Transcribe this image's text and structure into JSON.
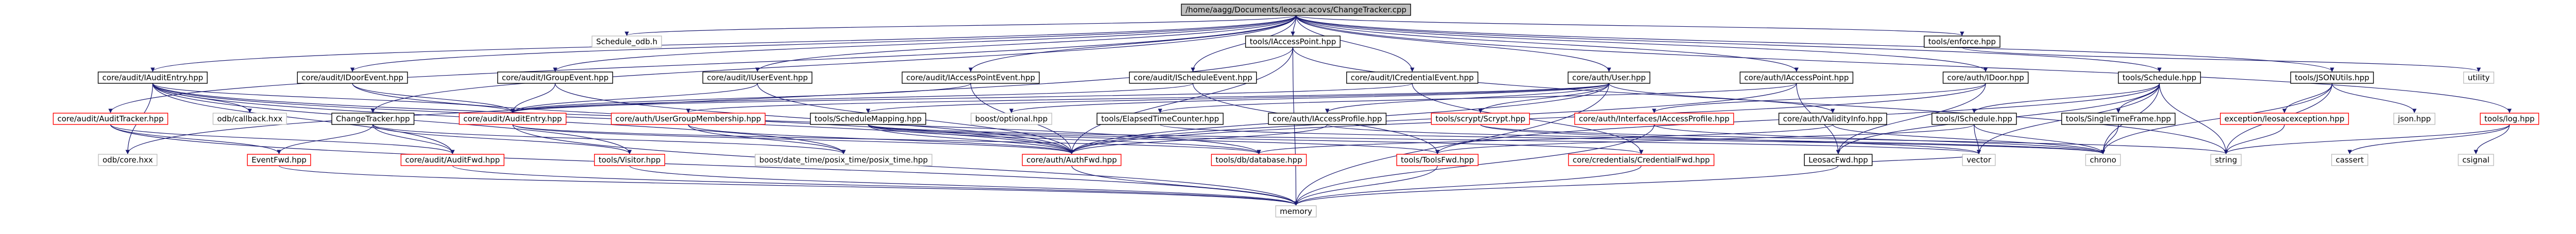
{
  "graph": {
    "kind": "include-dependency-graph",
    "root": "root",
    "nodes": [
      {
        "id": "root",
        "label": "/home/aagg/Documents/leosac.acovs/ChangeTracker.cpp",
        "style": "root"
      },
      {
        "id": "sched_odb",
        "label": "Schedule_odb.h",
        "style": "gray"
      },
      {
        "id": "tools_iaccess",
        "label": "tools/IAccessPoint.hpp",
        "style": "normal"
      },
      {
        "id": "core_audit_iauditentry",
        "label": "core/audit/IAuditEntry.hpp",
        "style": "normal"
      },
      {
        "id": "core_audit_idoorevent",
        "label": "core/audit/IDoorEvent.hpp",
        "style": "normal"
      },
      {
        "id": "core_audit_igroupevent",
        "label": "core/audit/IGroupEvent.hpp",
        "style": "normal"
      },
      {
        "id": "core_audit_iuserevent",
        "label": "core/audit/IUserEvent.hpp",
        "style": "normal"
      },
      {
        "id": "core_audit_iaccesspointevent",
        "label": "core/audit/IAccessPointEvent.hpp",
        "style": "normal"
      },
      {
        "id": "core_audit_ischeduleevent",
        "label": "core/audit/IScheduleEvent.hpp",
        "style": "normal"
      },
      {
        "id": "core_audit_icredentialevent",
        "label": "core/audit/ICredentialEvent.hpp",
        "style": "normal"
      },
      {
        "id": "core_auth_user",
        "label": "core/auth/User.hpp",
        "style": "normal"
      },
      {
        "id": "core_auth_iaccesspoint",
        "label": "core/auth/IAccessPoint.hpp",
        "style": "normal"
      },
      {
        "id": "core_auth_idoor",
        "label": "core/auth/IDoor.hpp",
        "style": "normal"
      },
      {
        "id": "tools_schedule",
        "label": "tools/Schedule.hpp",
        "style": "normal"
      },
      {
        "id": "tools_jsonutils",
        "label": "tools/JSONUtils.hpp",
        "style": "normal"
      },
      {
        "id": "tools_enforce",
        "label": "tools/enforce.hpp",
        "style": "normal"
      },
      {
        "id": "tools_log",
        "label": "tools/log.hpp",
        "style": "red"
      },
      {
        "id": "core_audit_auditfacker",
        "label": "core/audit/AuditTracker.hpp",
        "style": "red"
      },
      {
        "id": "odb_callback",
        "label": "odb/callback.hxx",
        "style": "gray"
      },
      {
        "id": "core_audit_auditentry",
        "label": "core/audit/AuditEntry.hpp",
        "style": "red"
      },
      {
        "id": "changetracker",
        "label": "ChangeTracker.hpp",
        "style": "normal"
      },
      {
        "id": "core_auth_usergroupmembership",
        "label": "core/auth/UserGroupMembership.hpp",
        "style": "red"
      },
      {
        "id": "tools_schedulemapping",
        "label": "tools/ScheduleMapping.hpp",
        "style": "normal"
      },
      {
        "id": "boost_optional",
        "label": "boost/optional.hpp",
        "style": "gray"
      },
      {
        "id": "tools_elapsedtimecounter",
        "label": "tools/ElapsedTimeCounter.hpp",
        "style": "normal"
      },
      {
        "id": "core_auth_iaccessprofile",
        "label": "core/auth/IAccessProfile.hpp",
        "style": "normal"
      },
      {
        "id": "leosacfwd",
        "label": "LeosacFwd.hpp",
        "style": "normal"
      },
      {
        "id": "tools_scrypt",
        "label": "tools/scrypt/Scrypt.hpp",
        "style": "red"
      },
      {
        "id": "core_auth_interfaces_iaccessprofile",
        "label": "core/auth/Interfaces/IAccessProfile.hpp",
        "style": "red"
      },
      {
        "id": "core_auth_validityinfo",
        "label": "core/auth/ValidityInfo.hpp",
        "style": "normal"
      },
      {
        "id": "tools_singletimeframe",
        "label": "tools/SingleTimeFrame.hpp",
        "style": "normal"
      },
      {
        "id": "tools_ischedule",
        "label": "tools/ISchedule.hpp",
        "style": "normal"
      },
      {
        "id": "exception_leosacexception",
        "label": "exception/leosacexception.hpp",
        "style": "red"
      },
      {
        "id": "json_hpp",
        "label": "json.hpp",
        "style": "gray"
      },
      {
        "id": "utility",
        "label": "utility",
        "style": "gray"
      },
      {
        "id": "odb_core",
        "label": "odb/core.hxx",
        "style": "gray"
      },
      {
        "id": "eventfwd",
        "label": "EventFwd.hpp",
        "style": "red"
      },
      {
        "id": "core_audit_auditfwd",
        "label": "core/audit/AuditFwd.hpp",
        "style": "red"
      },
      {
        "id": "tools_visitor",
        "label": "tools/Visitor.hpp",
        "style": "red"
      },
      {
        "id": "boost_datetime",
        "label": "boost/date_time/posix_time/posix_time.hpp",
        "style": "gray"
      },
      {
        "id": "core_auth_authfwd",
        "label": "core/auth/AuthFwd.hpp",
        "style": "red"
      },
      {
        "id": "tools_db_database",
        "label": "tools/db/database.hpp",
        "style": "red"
      },
      {
        "id": "tools_toolsfwd",
        "label": "tools/ToolsFwd.hpp",
        "style": "red"
      },
      {
        "id": "core_credentials_credentialfwd",
        "label": "core/credentials/CredentialFwd.hpp",
        "style": "red"
      },
      {
        "id": "vector",
        "label": "vector",
        "style": "gray"
      },
      {
        "id": "chrono",
        "label": "chrono",
        "style": "gray"
      },
      {
        "id": "string",
        "label": "string",
        "style": "gray"
      },
      {
        "id": "cassert",
        "label": "cassert",
        "style": "gray"
      },
      {
        "id": "csignal",
        "label": "csignal",
        "style": "gray"
      },
      {
        "id": "memory",
        "label": "memory",
        "style": "gray"
      }
    ],
    "edges": [
      [
        "root",
        "sched_odb"
      ],
      [
        "root",
        "tools_iaccess"
      ],
      [
        "root",
        "core_audit_iauditentry"
      ],
      [
        "root",
        "core_audit_idoorevent"
      ],
      [
        "root",
        "core_audit_igroupevent"
      ],
      [
        "root",
        "core_audit_iuserevent"
      ],
      [
        "root",
        "core_audit_iaccesspointevent"
      ],
      [
        "root",
        "core_audit_ischeduleevent"
      ],
      [
        "root",
        "core_audit_icredentialevent"
      ],
      [
        "root",
        "core_auth_user"
      ],
      [
        "root",
        "core_auth_iaccesspoint"
      ],
      [
        "root",
        "core_auth_idoor"
      ],
      [
        "root",
        "tools_schedule"
      ],
      [
        "root",
        "tools_jsonutils"
      ],
      [
        "root",
        "tools_enforce"
      ],
      [
        "root",
        "tools_log"
      ],
      [
        "root",
        "changetracker"
      ],
      [
        "root",
        "core_audit_auditfacker"
      ],
      [
        "tools_iaccess",
        "core_auth_authfwd"
      ],
      [
        "tools_iaccess",
        "string"
      ],
      [
        "tools_iaccess",
        "odb_core"
      ],
      [
        "tools_iaccess",
        "memory"
      ],
      [
        "core_audit_iauditentry",
        "odb_callback"
      ],
      [
        "core_audit_iauditentry",
        "core_audit_auditfwd"
      ],
      [
        "core_audit_iauditentry",
        "core_auth_authfwd"
      ],
      [
        "core_audit_iauditentry",
        "boost_datetime"
      ],
      [
        "core_audit_iauditentry",
        "tools_visitor"
      ],
      [
        "core_audit_iauditentry",
        "core_audit_auditentry"
      ],
      [
        "core_audit_iauditentry",
        "odb_core"
      ],
      [
        "core_audit_iauditentry",
        "tools_db_database"
      ],
      [
        "core_audit_idoorevent",
        "core_audit_auditentry"
      ],
      [
        "core_audit_idoorevent",
        "core_auth_authfwd"
      ],
      [
        "core_audit_igroupevent",
        "core_audit_auditentry"
      ],
      [
        "core_audit_igroupevent",
        "core_auth_authfwd"
      ],
      [
        "core_audit_iuserevent",
        "core_audit_auditentry"
      ],
      [
        "core_audit_iuserevent",
        "core_auth_authfwd"
      ],
      [
        "core_audit_iaccesspointevent",
        "core_audit_auditentry"
      ],
      [
        "core_audit_iaccesspointevent",
        "core_auth_authfwd"
      ],
      [
        "core_audit_ischeduleevent",
        "core_audit_auditentry"
      ],
      [
        "core_audit_ischeduleevent",
        "tools_toolsfwd"
      ],
      [
        "core_audit_icredentialevent",
        "core_audit_auditentry"
      ],
      [
        "core_audit_icredentialevent",
        "core_credentials_credentialfwd"
      ],
      [
        "core_audit_auditfacker",
        "core_audit_auditfwd"
      ],
      [
        "core_audit_auditfacker",
        "eventfwd"
      ],
      [
        "core_audit_auditfacker",
        "memory"
      ],
      [
        "core_audit_auditentry",
        "core_auth_authfwd"
      ],
      [
        "core_audit_auditentry",
        "memory"
      ],
      [
        "core_audit_auditentry",
        "tools_db_database"
      ],
      [
        "changetracker",
        "core_audit_auditfwd"
      ],
      [
        "changetracker",
        "boost_datetime"
      ],
      [
        "changetracker",
        "tools_visitor"
      ],
      [
        "changetracker",
        "eventfwd"
      ],
      [
        "core_auth_user",
        "core_auth_usergroupmembership"
      ],
      [
        "core_auth_user",
        "tools_schedulemapping"
      ],
      [
        "core_auth_user",
        "boost_optional"
      ],
      [
        "core_auth_user",
        "core_auth_iaccessprofile"
      ],
      [
        "core_auth_user",
        "tools_scrypt"
      ],
      [
        "core_auth_user",
        "core_auth_validityinfo"
      ],
      [
        "core_auth_user",
        "core_auth_authfwd"
      ],
      [
        "core_auth_user",
        "memory"
      ],
      [
        "core_auth_usergroupmembership",
        "core_auth_authfwd"
      ],
      [
        "core_auth_usergroupmembership",
        "boost_datetime"
      ],
      [
        "tools_schedulemapping",
        "core_auth_authfwd"
      ],
      [
        "tools_schedulemapping",
        "tools_toolsfwd"
      ],
      [
        "tools_schedulemapping",
        "core_credentials_credentialfwd"
      ],
      [
        "tools_schedulemapping",
        "tools_db_database"
      ],
      [
        "tools_schedulemapping",
        "vector"
      ],
      [
        "core_auth_iaccesspoint",
        "leosacfwd"
      ],
      [
        "core_auth_iaccesspoint",
        "tools_elapsedtimecounter"
      ],
      [
        "core_auth_iaccesspoint",
        "core_auth_authfwd"
      ],
      [
        "core_auth_idoor",
        "leosacfwd"
      ],
      [
        "core_auth_idoor",
        "core_auth_interfaces_iaccessprofile"
      ],
      [
        "core_auth_idoor",
        "core_auth_authfwd"
      ],
      [
        "core_auth_iaccessprofile",
        "core_auth_authfwd"
      ],
      [
        "core_auth_iaccessprofile",
        "chrono"
      ],
      [
        "core_auth_interfaces_iaccessprofile",
        "memory"
      ],
      [
        "core_auth_interfaces_iaccessprofile",
        "chrono"
      ],
      [
        "core_auth_validityinfo",
        "chrono"
      ],
      [
        "core_auth_validityinfo",
        "tools_db_database"
      ],
      [
        "tools_elapsedtimecounter",
        "chrono"
      ],
      [
        "leosacfwd",
        "memory"
      ],
      [
        "leosacfwd",
        "vector"
      ],
      [
        "tools_scrypt",
        "vector"
      ],
      [
        "tools_scrypt",
        "string"
      ],
      [
        "tools_schedule",
        "tools_ischedule"
      ],
      [
        "tools_schedule",
        "tools_singletimeframe"
      ],
      [
        "tools_schedule",
        "leosacfwd"
      ],
      [
        "tools_schedule",
        "vector"
      ],
      [
        "tools_schedule",
        "chrono"
      ],
      [
        "tools_schedule",
        "string"
      ],
      [
        "tools_schedule",
        "tools_toolsfwd"
      ],
      [
        "tools_ischedule",
        "chrono"
      ],
      [
        "tools_ischedule",
        "vector"
      ],
      [
        "tools_ischedule",
        "tools_toolsfwd"
      ],
      [
        "tools_singletimeframe",
        "chrono"
      ],
      [
        "tools_jsonutils",
        "exception_leosacexception"
      ],
      [
        "tools_jsonutils",
        "json_hpp"
      ],
      [
        "tools_jsonutils",
        "chrono"
      ],
      [
        "tools_jsonutils",
        "string"
      ],
      [
        "exception_leosacexception",
        "string"
      ],
      [
        "tools_enforce",
        "utility"
      ],
      [
        "tools_log",
        "string"
      ],
      [
        "tools_log",
        "cassert"
      ],
      [
        "tools_log",
        "csignal"
      ],
      [
        "tools_toolsfwd",
        "memory"
      ],
      [
        "core_auth_authfwd",
        "memory"
      ],
      [
        "core_audit_auditfwd",
        "memory"
      ],
      [
        "eventfwd",
        "memory"
      ],
      [
        "core_credentials_credentialfwd",
        "memory"
      ],
      [
        "tools_visitor",
        "memory"
      ]
    ]
  }
}
